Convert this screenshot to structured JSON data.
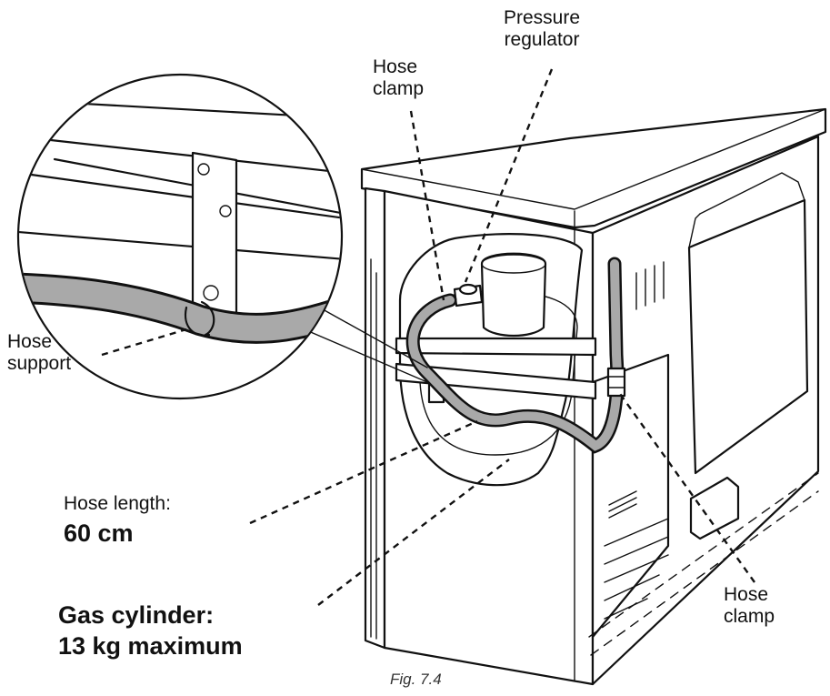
{
  "labels": {
    "pressure_regulator": [
      "Pressure",
      "regulator"
    ],
    "hose_clamp_top": [
      "Hose",
      "clamp"
    ],
    "hose_support": [
      "Hose",
      "support"
    ],
    "hose_length_caption": "Hose length:",
    "hose_length_value": "60 cm",
    "gas_cylinder_line1": "Gas cylinder:",
    "gas_cylinder_line2": "13 kg maximum",
    "hose_clamp_bottom": [
      "Hose",
      "clamp"
    ],
    "figure_caption": "Fig. 7.4"
  },
  "colors": {
    "line": "#111111",
    "hose_fill": "#a9a9a9",
    "background": "#ffffff"
  }
}
